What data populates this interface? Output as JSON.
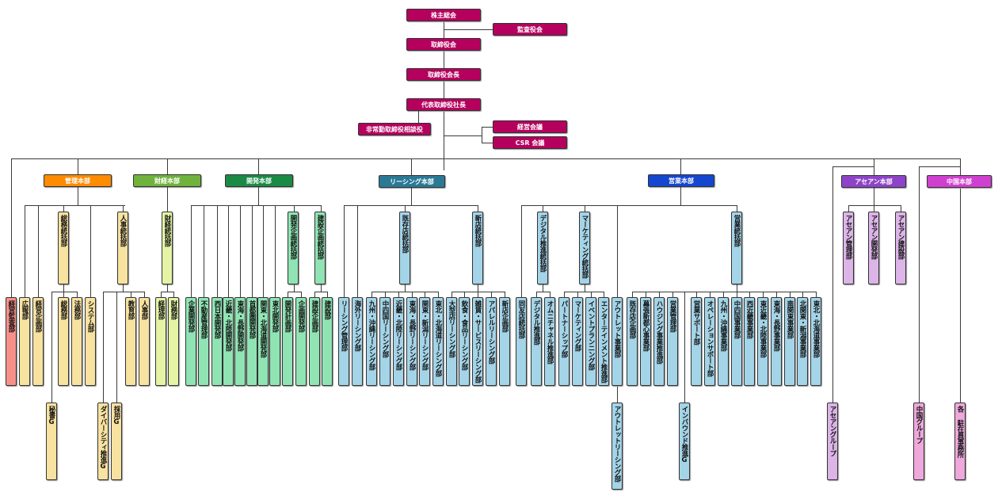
{
  "colors": {
    "top": "#b5005e",
    "kanri": "#ff8c00",
    "zaimu": "#6fb33d",
    "kaihatsu": "#1a8a45",
    "leasing": "#2a7a96",
    "eigyo": "#1446d0",
    "asean": "#8e44c8",
    "china": "#d040d0",
    "kanri_light": "#f8e2a0",
    "kansa_light": "#f8908a",
    "zaimu_light": "#e4f4a4",
    "kaihatsu_light": "#90e4b4",
    "blue_light": "#a4d4e8",
    "asean_light": "#dcb4e8",
    "china_light": "#eea8dc"
  },
  "top": {
    "shareholders": "株主総会",
    "auditors": "監査役会",
    "board": "取締役会",
    "chairman": "取締役会長",
    "president": "代表取締役社長",
    "advisor": "非常勤取締役相談役",
    "management_council": "経営会議",
    "csr_council": "CSR 会議"
  },
  "divisions": {
    "kanri": "管理本部",
    "zaimu": "財経本部",
    "kaihatsu": "開発本部",
    "leasing": "リーシング本部",
    "eigyo": "営業本部",
    "asean": "アセアン本部",
    "china": "中国本部"
  },
  "nodes": {
    "keiei_kansa": "経営監査部",
    "kouhou": "広報部",
    "keiei_kikaku": "経営企画部",
    "soumu_toukatsu": "総務統括部",
    "soumu": "総務部",
    "houmu": "法務部",
    "system": "システム部",
    "hisho": "秘書G",
    "jinji_toukatsu": "人事統括部",
    "kyouiku": "教育部",
    "jinji": "人事部",
    "diversity": "ダイバーシティ推進G",
    "saiyou": "採用G",
    "zaikei_toukatsu": "財経統括部",
    "keiri": "経理部",
    "zaimu_bu": "財務部",
    "kigyou_kaihatsu": "企業開発部",
    "fudousan": "不動産管理部",
    "nishinihon": "西日本開発部",
    "kinki_hokuriku": "近畿・北陸開発部",
    "tokai_nagano": "東海・長野開発部",
    "shutoken": "首都圏開発部",
    "kanto_hokkaido": "関東・北海道開発部",
    "tohoku_kaihatsu": "東北開発部",
    "kaihatsu_kikaku_toukatsu": "開発企画統括部",
    "kaihatsu_keikaku": "開発計画部",
    "kikaku_kaihatsu": "企画開発部",
    "kensetsu_kikaku_toukatsu": "建設企画統括部",
    "kensetsu_kikaku": "建設企画部",
    "kensetsu": "建設部",
    "leasing_kanri": "リーシング管理部",
    "kaigai_leasing": "海外リーシング部",
    "kizon_toukatsu": "既存店統括部",
    "kyushu_leasing": "九州・沖縄リーシング部",
    "chushikoku_leasing": "中四国リーシング部",
    "kinki_leasing": "近畿・北陸リーシング部",
    "tokai_leasing": "東海・長野リーシング部",
    "kanto_leasing": "関東・新潟リーシング部",
    "tohoku_leasing": "東北・北海道リーシング部",
    "shinten_toukatsu": "新店統括部",
    "oogata_leasing": "大型店リーシング部",
    "inshoku_leasing": "飲食・食品リーシング部",
    "zakka_leasing": "雑貨・サービスリーシング部",
    "apparel_leasing": "アパレルリーシング部",
    "shinten_kikaku": "新店企画部",
    "douyuu": "同友店統括部",
    "digital_toukatsu": "デジタル推進統括部",
    "digital": "デジタル推進部",
    "omni": "オムニチャネル推進部",
    "marketing_toukatsu": "マーケティング統括部",
    "partnership": "パートナーシップ部",
    "marketing": "マーケティング部",
    "event": "イベントプランニング部",
    "entertainment": "エンターテインメント推進部",
    "outlet": "アウトレット事業部",
    "outlet_leasing": "アウトレットリーシング部",
    "eigyo_toukatsu": "営業統括部",
    "kizon_kikaku": "既存店企画部",
    "makuhari": "幕張新都心事業部",
    "housing": "ハウジング事業推進部",
    "eigyo_kanri": "営業管理部",
    "inbound": "インバウンド推進G",
    "eigyo_support": "営業サポート部",
    "operation_support": "オペレーションサポート部",
    "kyushu_jigyo": "九州・沖縄事業部",
    "chushikoku_jigyo": "中四国事業部",
    "nishikinki_jigyo": "西近畿事業部",
    "higashikinki_jigyo": "東近畿・北陸事業部",
    "tokai_jigyo": "東海・長野事業部",
    "minamikanto_jigyo": "南関東事業部",
    "kitakanto_jigyo": "北関東・新潟事業部",
    "tohoku_jigyo": "東北・北海道事業部",
    "asean_kanri": "アセアン管理部",
    "asean_kaihatsu": "アセアン開発部",
    "asean_kensetsu": "アセアン建設部",
    "asean_group": "アセアングループ",
    "china_group": "中国グループ",
    "chuzai": "各 駐在員事務所"
  }
}
